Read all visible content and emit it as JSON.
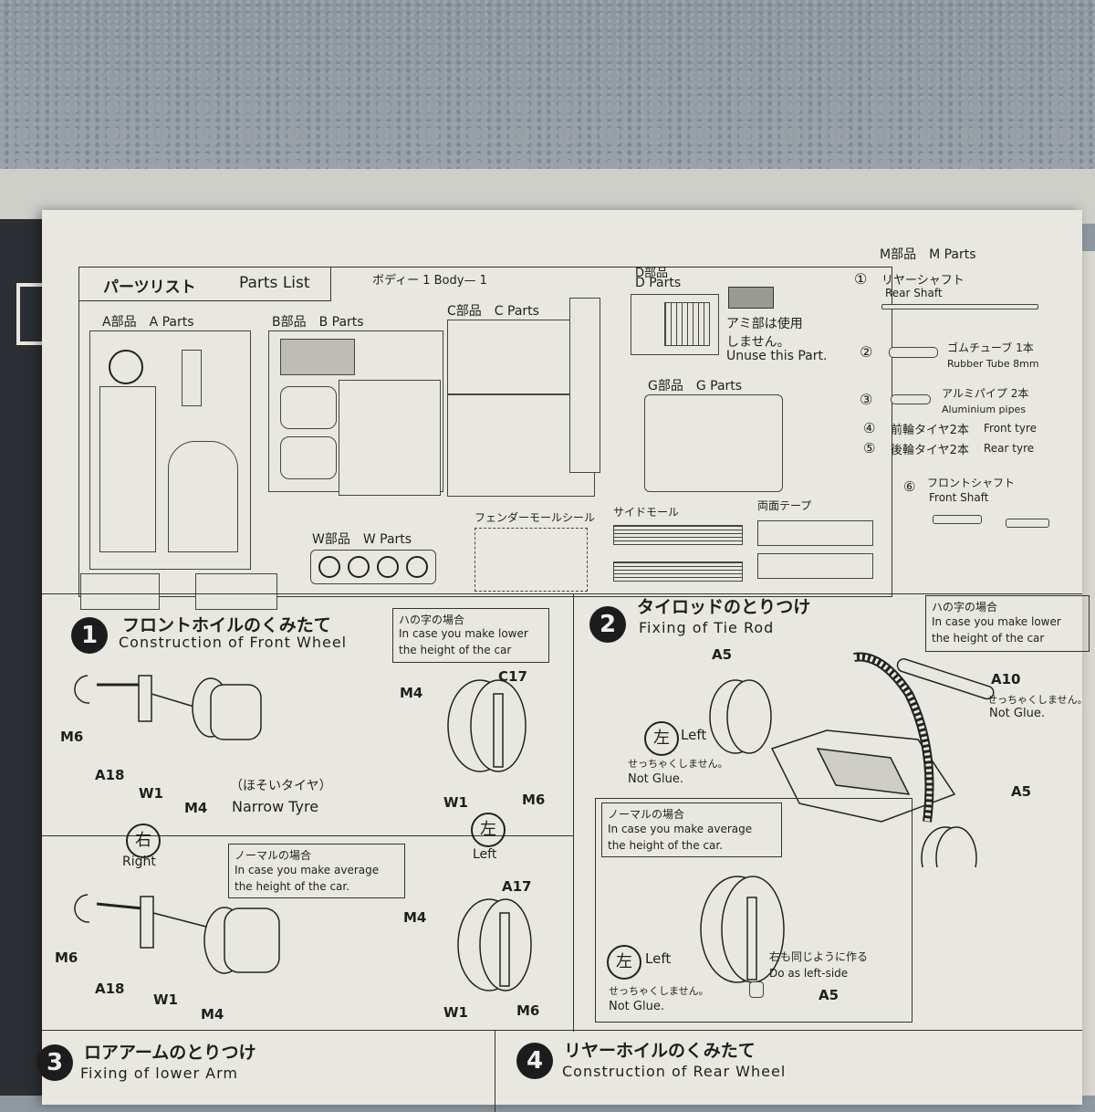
{
  "parts_list": {
    "title_jp": "パーツリスト",
    "title_en": "Parts List",
    "body_label": "ボディー 1 Body— 1",
    "a_parts": "A部品　A Parts",
    "b_parts": "B部品　B Parts",
    "c_parts": "C部品　C Parts",
    "d_parts_jp": "D部品",
    "d_parts_en": "D Parts",
    "g_parts": "G部品　G Parts",
    "w_parts": "W部品　W Parts",
    "m_parts": "M部品　M Parts",
    "mesh_note_1": "アミ部は使用",
    "mesh_note_2": "しません。",
    "mesh_note_en": "Unuse this Part.",
    "fender_seal": "フェンダーモールシール",
    "side_mold": "サイドモール",
    "double_tape": "両面テープ",
    "m_items": [
      {
        "num": "①",
        "jp": "リヤーシャフト",
        "en": "Rear Shaft"
      },
      {
        "num": "②",
        "jp": "ゴムチューブ 1本",
        "en": "Rubber Tube 8mm"
      },
      {
        "num": "③",
        "jp": "アルミパイプ 2本",
        "en": "Aluminium pipes"
      },
      {
        "num": "④",
        "jp": "前輪タイヤ2本",
        "en": "Front tyre"
      },
      {
        "num": "⑤",
        "jp": "後輪タイヤ2本",
        "en": "Rear tyre"
      },
      {
        "num": "⑥",
        "jp": "フロントシャフト",
        "en": "Front Shaft"
      }
    ]
  },
  "step1": {
    "num": "1",
    "title_jp": "フロントホイルのくみたて",
    "title_en": "Construction of Front Wheel",
    "note_jp": "ハの字の場合",
    "note_en1": "In case you make lower",
    "note_en2": "the height of the car",
    "labels": {
      "m6": "M6",
      "a18": "A18",
      "w1": "W1",
      "m4": "M4",
      "c17": "C17",
      "narrow_jp": "（ほそいタイヤ）",
      "narrow_en": "Narrow Tyre"
    },
    "right_jp": "右",
    "right_en": "Right",
    "left_jp": "左",
    "left_en": "Left",
    "normal_jp": "ノーマルの場合",
    "normal_en1": "In case you make average",
    "normal_en2": "the height of the car.",
    "a17": "A17"
  },
  "step2": {
    "num": "2",
    "title_jp": "タイロッドのとりつけ",
    "title_en": "Fixing of Tie Rod",
    "note_jp": "ハの字の場合",
    "note_en1": "In case you make lower",
    "note_en2": "the height of the car",
    "a5": "A5",
    "a10": "A10",
    "noglue_jp": "せっちゃくしません。",
    "noglue_en": "Not Glue.",
    "left_jp": "左",
    "left_en": "Left",
    "normal_jp": "ノーマルの場合",
    "normal_en1": "In case you make average",
    "normal_en2": "the height of the car.",
    "same_jp": "右も同じように作る",
    "same_en": "Do as left-side"
  },
  "step3": {
    "num": "3",
    "title_jp": "ロアアームのとりつけ",
    "title_en": "Fixing of lower Arm"
  },
  "step4": {
    "num": "4",
    "title_jp": "リヤーホイルのくみたて",
    "title_en": "Construction of Rear Wheel"
  }
}
